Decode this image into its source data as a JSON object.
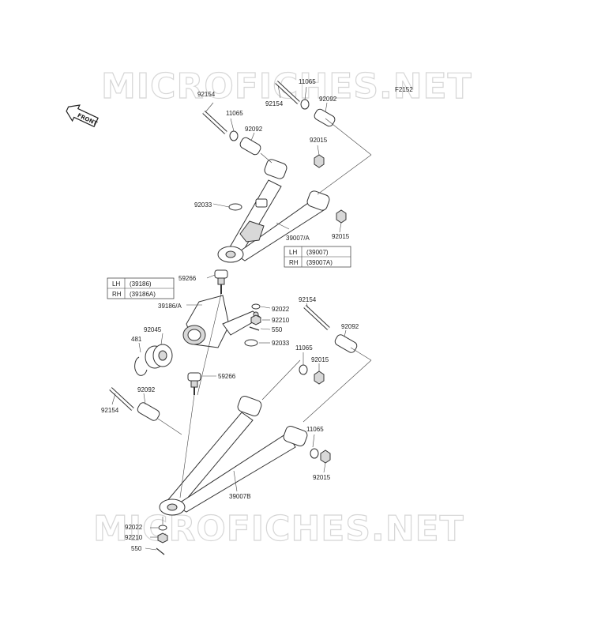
{
  "diagram_code": "F2152",
  "watermark": "MICROFICHES.NET",
  "front_badge": "FRONT",
  "labels": {
    "p92154_a": "92154",
    "p11065_a": "11065",
    "p92092_a": "92092",
    "p92154_b": "92154",
    "p11065_b": "11065",
    "p92092_b": "92092",
    "p92015_a": "92015",
    "p92033_a": "92033",
    "p39007A": "39007/A",
    "p92015_b": "92015",
    "p59266_a": "59266",
    "p39186A": "39186/A",
    "p92022_a": "92022",
    "p92210_a": "92210",
    "p550_a": "550",
    "p92033_b": "92033",
    "p92045": "92045",
    "p481": "481",
    "p59266_b": "59266",
    "p92154_c": "92154",
    "p92092_c": "92092",
    "p11065_c": "11065",
    "p92015_c": "92015",
    "p92154_d": "92154",
    "p92092_d": "92092",
    "p11065_d": "11065",
    "p92015_d": "92015",
    "p39007B": "39007B",
    "p92022_b": "92022",
    "p92210_b": "92210",
    "p550_b": "550"
  },
  "tables": {
    "upper_arm": [
      {
        "side": "LH",
        "part": "(39007)"
      },
      {
        "side": "RH",
        "part": "(39007A)"
      }
    ],
    "knuckle": [
      {
        "side": "LH",
        "part": "(39186)"
      },
      {
        "side": "RH",
        "part": "(39186A)"
      }
    ]
  }
}
